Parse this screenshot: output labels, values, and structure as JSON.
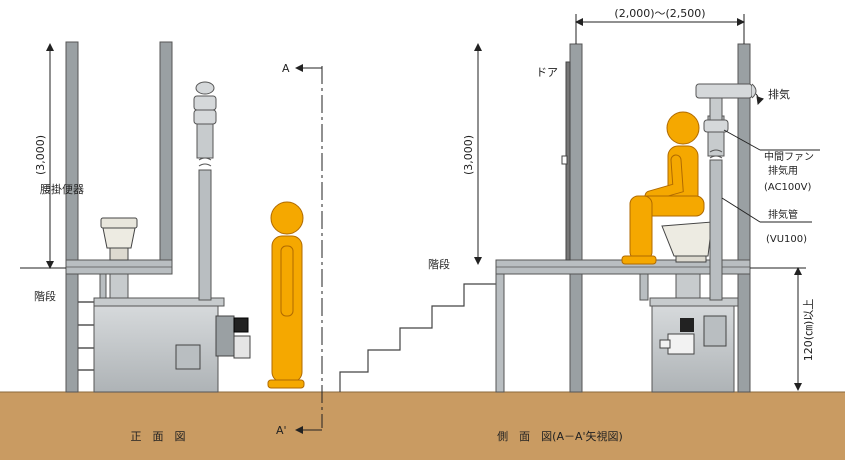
{
  "front": {
    "title": "正　面　図",
    "dim_height": "(3,000)",
    "toilet_label": "腰掛便器",
    "stairs_label": "階段"
  },
  "section": {
    "marker_top": "A",
    "marker_bottom": "A'"
  },
  "side": {
    "title": "側　面　図(A－A'矢視図)",
    "dim_width": "(2,000)～(2,500)",
    "dim_height": "(3,000)",
    "door_label": "ドア",
    "stairs_label": "階段",
    "exhaust_label": "排気",
    "fan_label_1": "中間ファン",
    "fan_label_2": "排気用",
    "fan_label_3": "(AC100V)",
    "pipe_label_1": "排気管",
    "pipe_label_2": "(VU100)",
    "dim_clearance": "120(㎝)以上"
  },
  "colors": {
    "person": "#F5A800",
    "person_outline": "#B06A00",
    "ground": "#C99B62",
    "steel": "#8C9295",
    "steel_light": "#B9BEC1",
    "tank": "#C7CBCD"
  }
}
